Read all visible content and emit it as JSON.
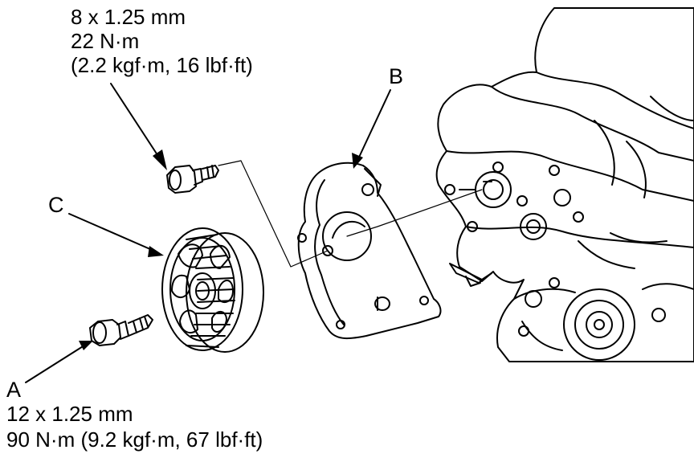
{
  "callouts": {
    "bolt_top": {
      "size": "8 x 1.25 mm",
      "torque_nm": "22 N·m",
      "torque_alt": "(2.2 kgf·m, 16 lbf·ft)"
    },
    "label_a": "A",
    "label_b": "B",
    "label_c": "C",
    "bolt_a": {
      "size": "12 x 1.25 mm",
      "torque": "90 N·m (9.2 kgf·m, 67 lbf·ft)"
    }
  },
  "colors": {
    "ink": "#000000",
    "paper": "#ffffff"
  }
}
